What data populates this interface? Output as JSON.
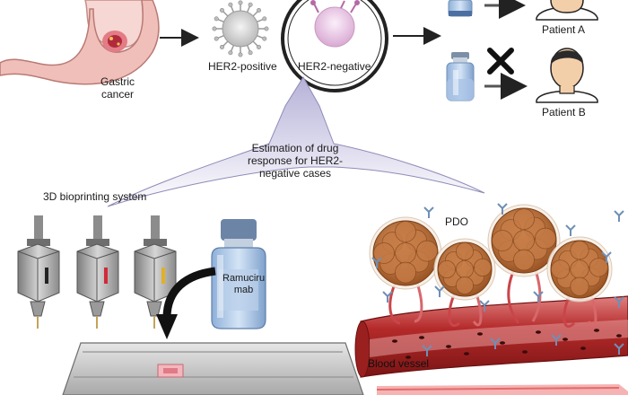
{
  "labels": {
    "gastric_cancer": [
      "Gastric",
      "cancer"
    ],
    "her2_positive": "HER2-positive",
    "her2_negative": "HER2-negative",
    "patient_a": "Patient A",
    "patient_b": "Patient B",
    "estimation": [
      "Estimation of drug",
      "response for HER2-",
      "negative cases"
    ],
    "bioprinting": "3D bioprinting system",
    "drug": [
      "Ramuciru",
      "mab"
    ],
    "pdo": "PDO",
    "blood_vessel": "Blood vessel"
  },
  "colors": {
    "stomach": "#f2c9c4",
    "tumor": "#c23a4a",
    "cell_gray": "#c9c9c9",
    "cell_pink": "#e8c3e0",
    "arrow": "#2a2a2a",
    "vessel": "#b52a2a",
    "organoid": "#c9793f",
    "big_arrow": "#c9c6e0",
    "vial_liquid": "#a8c4e6",
    "vial_cap": "#5d7fa8",
    "printer": "#9a9a9a"
  },
  "icons": {
    "patient_a": "person-icon",
    "patient_b": "person-icon",
    "no_response": "cross-icon"
  }
}
